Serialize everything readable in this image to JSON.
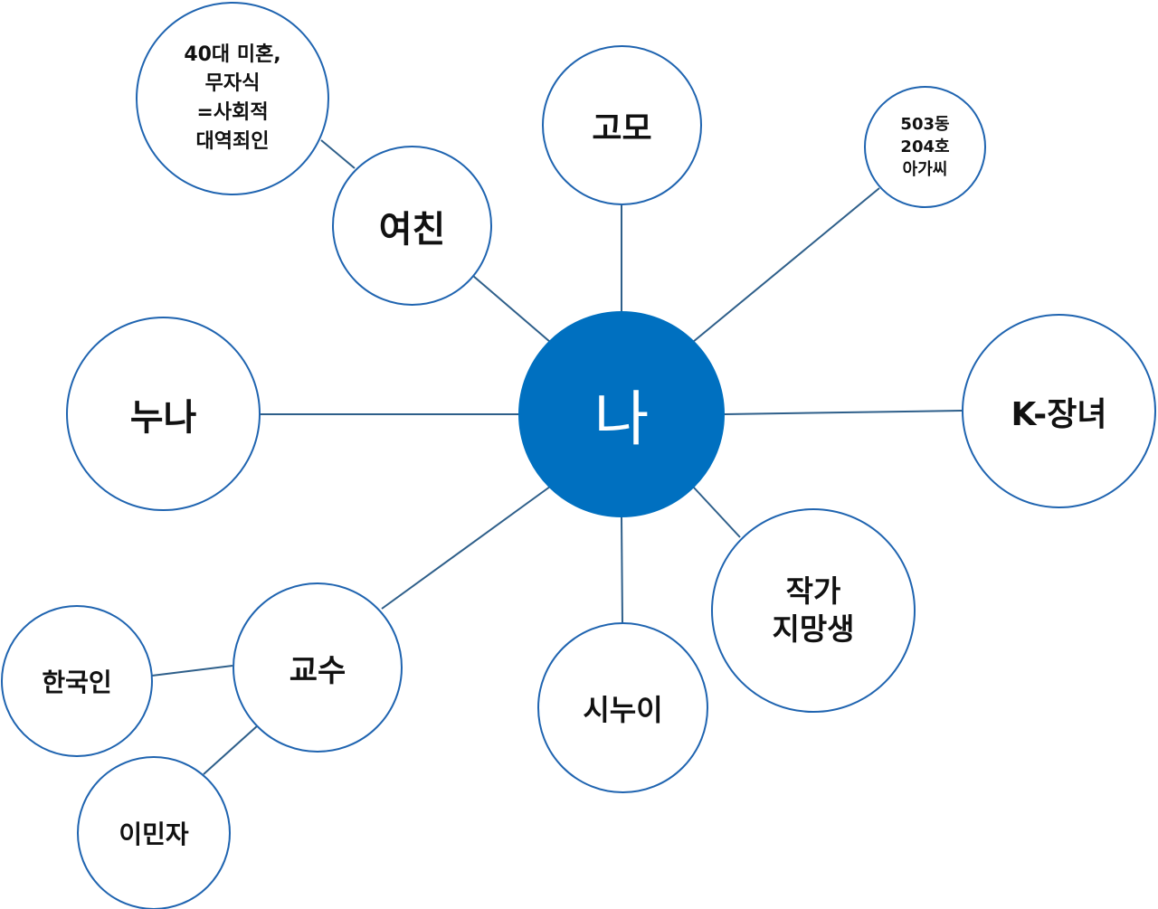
{
  "diagram": {
    "center": {
      "label": "나",
      "fill": "#0070c0",
      "text_color": "#ffffff"
    },
    "outline_color": "#1f64b0",
    "edge_color": "#2e5f8a",
    "nodes": {
      "girlfriend": {
        "label": "여친"
      },
      "girlfriend_note": {
        "label": "40대 미혼,\n무자식\n=사회적\n대역죄인"
      },
      "aunt": {
        "label": "고모"
      },
      "neighbor": {
        "label": "503동\n204호\n아가씨"
      },
      "sister": {
        "label": "누나"
      },
      "eldest_daughter": {
        "label": "K-장녀"
      },
      "professor": {
        "label": "교수"
      },
      "korean": {
        "label": "한국인"
      },
      "immigrant": {
        "label": "이민자"
      },
      "sister_in_law": {
        "label": "시누이"
      },
      "writer": {
        "label": "작가\n지망생"
      }
    }
  }
}
